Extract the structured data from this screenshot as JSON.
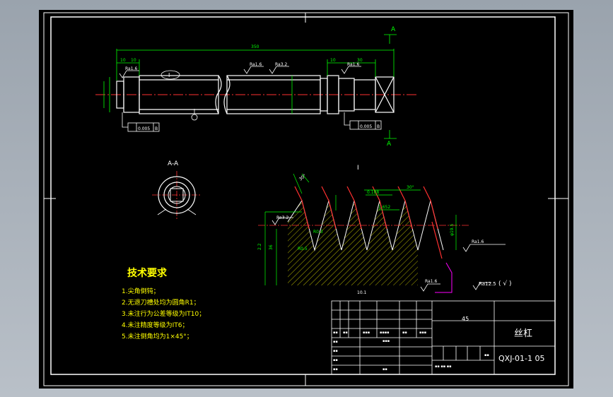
{
  "colors": {
    "background": "#000000",
    "frame": "#ffffff",
    "text_green": "#00ff00",
    "text_yellow": "#ffff00",
    "centerline_red": "#ff3030",
    "dimension_cyan": "#00ffff",
    "leader_magenta": "#ff00ff",
    "outside": "#a9b1ba"
  },
  "drawing": {
    "section_label": "A",
    "section_view_label": "A-A",
    "detail_label": "I",
    "detail_callout": "I",
    "overall_length": "350",
    "dim_left_small": "10",
    "dim_left_small2": "10",
    "dim_right_a": "10",
    "dim_right_b": "30",
    "roughness_1": "Ra1.6",
    "roughness_2": "Ra3.2",
    "roughness_3": "Ra1.6",
    "roughness_left": "Ra1.6",
    "tolerance_left_1": "0.005",
    "tolerance_left_2": "B",
    "tolerance_right_1": "0.005",
    "tolerance_right_2": "B",
    "thread_pitch": "30°",
    "thread_dim_1": "0.188",
    "thread_dim_2": "1.652",
    "thread_dim_3": "R0.3",
    "thread_roughness_left": "Ra3.2",
    "thread_roughness_right": "Ra1.6",
    "thread_roughness_bottom": "Ra1.6",
    "thread_height": "2.2",
    "thread_major": "36",
    "thread_minor": "φ19.5",
    "thread_label": "R0.5",
    "thread_bottom": "10.1",
    "general_roughness": "Ra12.5",
    "general_roughness_suffix": "( √ )"
  },
  "tech_requirements": {
    "title": "技术要求",
    "items": [
      "1.尖角倒钝；",
      "2.无退刀槽处均为圆角R1；",
      "3.未注行为公差等级为IT10；",
      "4.未注精度等级为IT6；",
      "5.未注倒角均为1×45°；"
    ]
  },
  "title_block": {
    "material": "45",
    "part_name": "丝杠",
    "drawing_number": "QXJ-01-1 05"
  }
}
